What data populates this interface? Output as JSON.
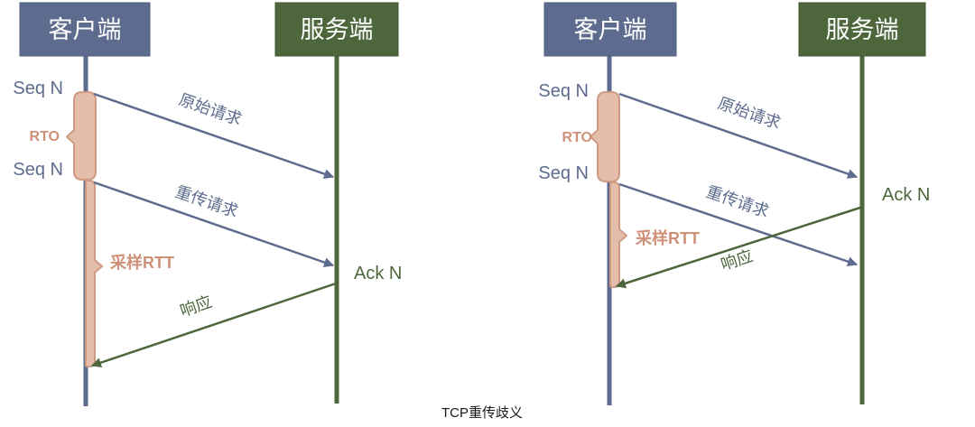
{
  "caption": "TCP重传歧义",
  "colors": {
    "client": "#5d6c8e",
    "client_border": "#4f5d7d",
    "server": "#4d663c",
    "server_border": "#3f5530",
    "salmon_fill": "#e4bdab",
    "salmon_stroke": "#cf9b83",
    "salmon_text": "#cf9077",
    "caption_text": "#1a1a1a"
  },
  "panels": [
    {
      "name": "left",
      "client_label": "客户端",
      "server_label": "服务端",
      "seq_first_label": "Seq N",
      "seq_second_label": "Seq N",
      "rto_label": "RTO",
      "sample_rtt_label": "采样RTT",
      "ack_label": "Ack N",
      "original_request_label": "原始请求",
      "retransmit_request_label": "重传请求",
      "response_label": "响应"
    },
    {
      "name": "right",
      "client_label": "客户端",
      "server_label": "服务端",
      "seq_first_label": "Seq N",
      "seq_second_label": "Seq N",
      "rto_label": "RTO",
      "sample_rtt_label": "采样RTT",
      "ack_label": "Ack N",
      "original_request_label": "原始请求",
      "retransmit_request_label": "重传请求",
      "response_label": "响应"
    }
  ]
}
